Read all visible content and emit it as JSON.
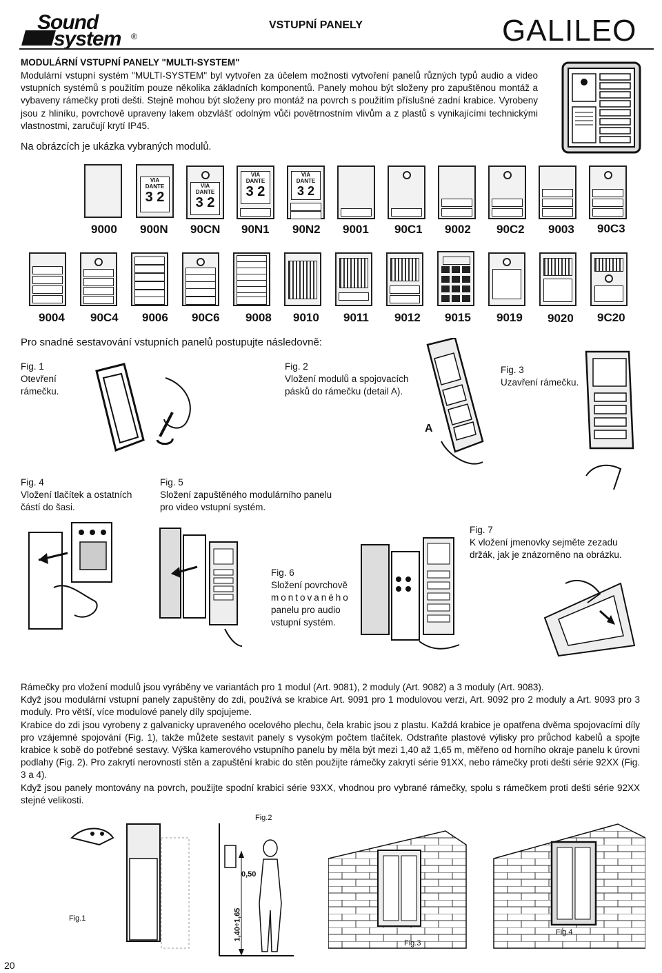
{
  "header": {
    "logo_line1": "Sound",
    "logo_line2": "system",
    "registered": "®",
    "title": "VSTUPNÍ PANELY",
    "brand": "GALILEO"
  },
  "intro": {
    "heading": "MODULÁRNÍ VSTUPNÍ PANELY \"MULTI-SYSTEM\"",
    "text": "Modulární vstupní systém \"MULTI-SYSTEM\" byl vytvořen za účelem možnosti vytvoření panelů různých typů audio a video vstupních systémů s použitím pouze několika základních komponentů. Panely mohou být složeny pro zapuštěnou montáž a vybaveny rámečky proti dešti. Stejně mohou být složeny pro montáž na povrch s použitím příslušné zadní krabice. Vyrobeny jsou z hliníku, povrchově upraveny lakem obzvlášť odolným vůči povětrnostním vlivům a z plastů s vynikajícími technickými vlastnostmi, zaručují krytí IP45.",
    "note": "Na obrázcích je ukázka vybraných modulů."
  },
  "modules": {
    "row1": [
      "9000",
      "900N",
      "90CN",
      "90N1",
      "90N2",
      "9001",
      "90C1",
      "9002",
      "90C2",
      "9003",
      "90C3"
    ],
    "row2": [
      "9004",
      "90C4",
      "9006",
      "90C6",
      "9008",
      "9010",
      "9011",
      "9012",
      "9015",
      "9019",
      "9020",
      "9C20"
    ],
    "nameplate_line1": "VIA DANTE",
    "nameplate_number": "3 2"
  },
  "instructions": {
    "heading": "Pro snadné sestavování vstupních panelů postupujte následovně:",
    "fig1": {
      "label": "Fig. 1",
      "l1": "Otevření",
      "l2": "rámečku."
    },
    "fig2": {
      "label": "Fig. 2",
      "l1": "Vložení modulů a spojovacích",
      "l2": "pásků do rámečku (detail A).",
      "detail": "A"
    },
    "fig3": {
      "label": "Fig. 3",
      "l1": "Uzavření rámečku."
    },
    "fig4": {
      "label": "Fig. 4",
      "l1": "Vložení tlačítek a ostatních",
      "l2": "částí do šasi."
    },
    "fig5": {
      "label": "Fig. 5",
      "l1": "Složení zapuštěného modulárního panelu",
      "l2": "pro video vstupní systém."
    },
    "fig6": {
      "label": "Fig. 6",
      "l1": "Složení povrchově",
      "l2": "montovaného",
      "l3": "panelu pro audio",
      "l4": "vstupní systém."
    },
    "fig7": {
      "label": "Fig. 7",
      "l1": "K vložení jmenovky sejměte zezadu",
      "l2": "držák, jak je znázorněno na obrázku."
    }
  },
  "body": {
    "p1": "Rámečky pro vložení modulů jsou vyráběny ve variantách pro 1 modul (Art. 9081), 2 moduly (Art. 9082) a 3 moduly (Art. 9083).",
    "p2": "Když jsou modulární vstupní panely zapuštěny do zdi, používá se krabice Art. 9091 pro 1 modulovou verzi, Art. 9092 pro 2 moduly a Art. 9093 pro 3 moduly. Pro větší, více modulové panely díly spojujeme.",
    "p3": "Krabice do zdi jsou vyrobeny z galvanicky upraveného ocelového plechu, čela krabic jsou z plastu. Každá krabice je opatřena dvěma spojovacími díly pro vzájemné spojování (Fig. 1), takže můžete sestavit panely s vysokým počtem tlačítek. Odstraňte plastové výlisky pro průchod kabelů a spojte krabice k sobě do potřebné sestavy. Výška kamerového vstupního panelu by měla být mezi 1,40 až 1,65 m, měřeno od horního okraje panelu k úrovni podlahy (Fig. 2). Pro zakrytí nerovností stěn a zapuštění krabic do stěn použijte rámečky zakrytí série 91XX, nebo rámečky proti dešti série 92XX (Fig. 3 a 4).",
    "p4": "Když jsou panely montovány na povrch, použijte spodní krabici série 93XX, vhodnou pro vybrané rámečky, spolu s rámečkem proti dešti série 92XX stejné velikosti."
  },
  "bottom_figs": {
    "fig1": "Fig.1",
    "fig2": "Fig.2",
    "fig3": "Fig.3",
    "fig4": "Fig.4",
    "dim_top": "0,50",
    "dim_height": "1,40÷1,65"
  },
  "page_number": "20"
}
